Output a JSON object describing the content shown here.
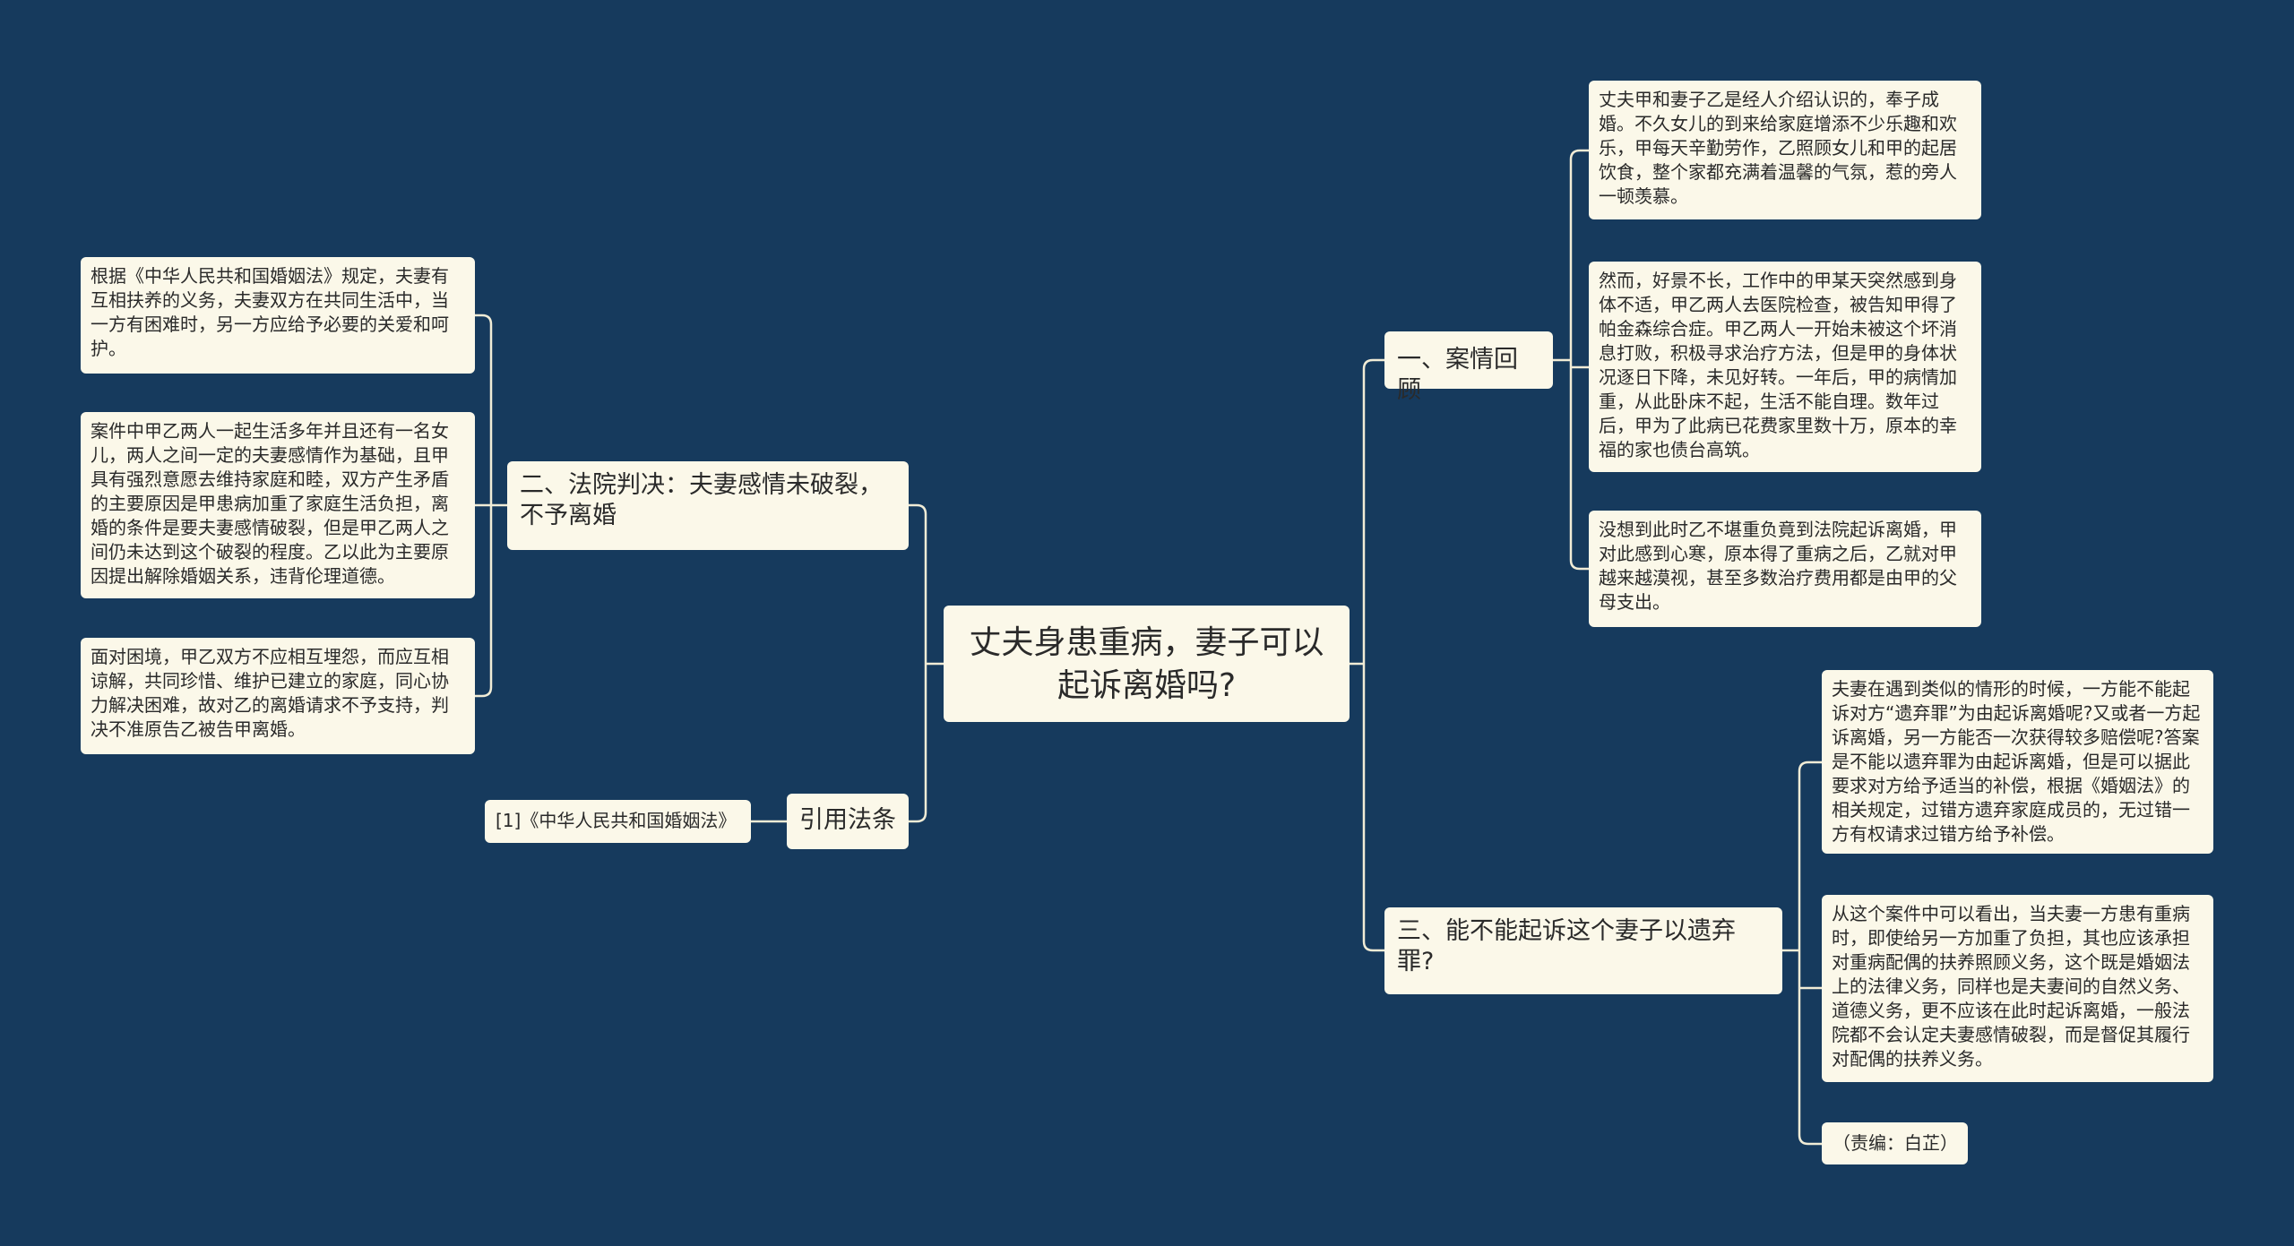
{
  "palette": {
    "background": "#163a5d",
    "node_fill": "#fbf8e9",
    "connector": "#f1ecd6",
    "text": "#2a2a2a"
  },
  "center": {
    "text": "丈夫身患重病，妻子可以起诉离婚吗?"
  },
  "branches": {
    "case_review": {
      "label": "一、案情回顾",
      "leaves": [
        "丈夫甲和妻子乙是经人介绍认识的，奉子成婚。不久女儿的到来给家庭增添不少乐趣和欢乐，甲每天辛勤劳作，乙照顾女儿和甲的起居饮食，整个家都充满着温馨的气氛，惹的旁人一顿羡慕。",
        "然而，好景不长，工作中的甲某天突然感到身体不适，甲乙两人去医院检查，被告知甲得了帕金森综合症。甲乙两人一开始未被这个坏消息打败，积极寻求治疗方法，但是甲的身体状况逐日下降，未见好转。一年后，甲的病情加重，从此卧床不起，生活不能自理。数年过后，甲为了此病已花费家里数十万，原本的幸福的家也债台高筑。",
        "没想到此时乙不堪重负竟到法院起诉离婚，甲对此感到心寒，原本得了重病之后，乙就对甲越来越漠视，甚至多数治疗费用都是由甲的父母支出。"
      ]
    },
    "abandonment": {
      "label": "三、能不能起诉这个妻子以遗弃罪?",
      "leaves": [
        "夫妻在遇到类似的情形的时候，一方能不能起诉对方“遗弃罪”为由起诉离婚呢?又或者一方起诉离婚，另一方能否一次获得较多赔偿呢?答案是不能以遗弃罪为由起诉离婚，但是可以据此要求对方给予适当的补偿，根据《婚姻法》的相关规定，过错方遗弃家庭成员的，无过错一方有权请求过错方给予补偿。",
        "从这个案件中可以看出，当夫妻一方患有重病时，即使给另一方加重了负担，其也应该承担对重病配偶的扶养照顾义务，这个既是婚姻法上的法律义务，同样也是夫妻间的自然义务、道德义务，更不应该在此时起诉离婚，一般法院都不会认定夫妻感情破裂，而是督促其履行对配偶的扶养义务。",
        "（责编：白芷）"
      ]
    },
    "court_ruling": {
      "label": "二、法院判决：夫妻感情未破裂，不予离婚",
      "leaves": [
        "根据《中华人民共和国婚姻法》规定，夫妻有互相扶养的义务，夫妻双方在共同生活中，当一方有困难时，另一方应给予必要的关爱和呵护。",
        "案件中甲乙两人一起生活多年并且还有一名女儿，两人之间一定的夫妻感情作为基础，且甲具有强烈意愿去维持家庭和睦，双方产生矛盾的主要原因是甲患病加重了家庭生活负担，离婚的条件是要夫妻感情破裂，但是甲乙两人之间仍未达到这个破裂的程度。乙以此为主要原因提出解除婚姻关系，违背伦理道德。",
        "面对困境，甲乙双方不应相互埋怨，而应互相谅解，共同珍惜、维护已建立的家庭，同心协力解决困难，故对乙的离婚请求不予支持，判决不准原告乙被告甲离婚。"
      ]
    },
    "law_cited": {
      "label": "引用法条",
      "leaves": [
        "[1]《中华人民共和国婚姻法》"
      ]
    }
  }
}
